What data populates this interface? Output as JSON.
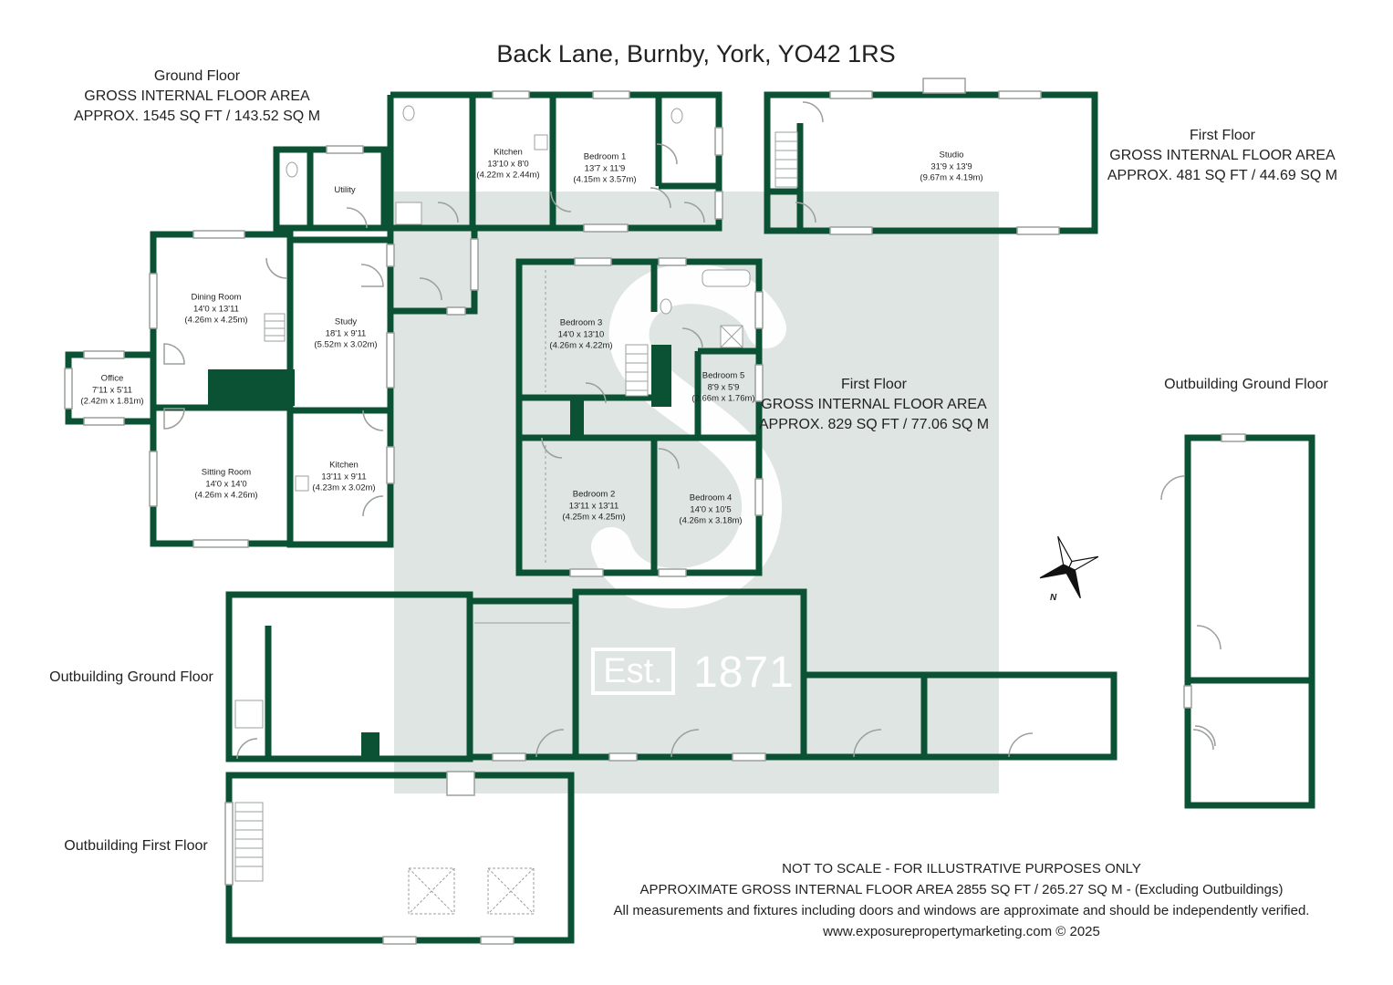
{
  "title": "Back Lane, Burnby, York, YO42 1RS",
  "colors": {
    "wall": "#0b5235",
    "watermark": "#dfe5e2",
    "line": "#9aa09c"
  },
  "areas": {
    "ground_floor": {
      "name": "Ground Floor",
      "line1": "GROSS INTERNAL FLOOR AREA",
      "line2": "APPROX. 1545 SQ FT / 143.52 SQ M"
    },
    "first_floor_outbuilding": {
      "name": "First Floor",
      "line1": "GROSS INTERNAL FLOOR AREA",
      "line2": "APPROX. 481 SQ FT / 44.69 SQ M"
    },
    "first_floor_main": {
      "name": "First Floor",
      "line1": "GROSS INTERNAL FLOOR AREA",
      "line2": "APPROX. 829 SQ FT / 77.06 SQ M"
    }
  },
  "outbuilding_labels": {
    "ground_floor_left": "Outbuilding Ground Floor",
    "ground_floor_right": "Outbuilding Ground Floor",
    "first_floor": "Outbuilding First Floor"
  },
  "rooms": {
    "office": {
      "name": "Office",
      "dims": "7'11 x 5'11",
      "metric": "(2.42m x 1.81m)"
    },
    "dining_room": {
      "name": "Dining Room",
      "dims": "14'0 x 13'11",
      "metric": "(4.26m x 4.25m)"
    },
    "sitting_room": {
      "name": "Sitting Room",
      "dims": "14'0 x 14'0",
      "metric": "(4.26m x 4.26m)"
    },
    "study": {
      "name": "Study",
      "dims": "18'1 x 9'11",
      "metric": "(5.52m x 3.02m)"
    },
    "kitchen_ground": {
      "name": "Kitchen",
      "dims": "13'11 x 9'11",
      "metric": "(4.23m x 3.02m)"
    },
    "utility": {
      "name": "Utility"
    },
    "kitchen_annex": {
      "name": "Kitchen",
      "dims": "13'10 x 8'0",
      "metric": "(4.22m x 2.44m)"
    },
    "bedroom_1": {
      "name": "Bedroom 1",
      "dims": "13'7 x 11'9",
      "metric": "(4.15m x 3.57m)"
    },
    "studio": {
      "name": "Studio",
      "dims": "31'9 x 13'9",
      "metric": "(9.67m x 4.19m)"
    },
    "bedroom_2": {
      "name": "Bedroom 2",
      "dims": "13'11 x 13'11",
      "metric": "(4.25m x 4.25m)"
    },
    "bedroom_3": {
      "name": "Bedroom 3",
      "dims": "14'0 x 13'10",
      "metric": "(4.26m x 4.22m)"
    },
    "bedroom_4": {
      "name": "Bedroom 4",
      "dims": "14'0 x 10'5",
      "metric": "(4.26m x 3.18m)"
    },
    "bedroom_5": {
      "name": "Bedroom 5",
      "dims": "8'9 x 5'9",
      "metric": "(2.66m x 1.76m)"
    }
  },
  "watermark": {
    "est": "Est.",
    "year": "1871"
  },
  "compass": {
    "north": "N"
  },
  "notes": {
    "line1": "NOT TO SCALE - FOR ILLUSTRATIVE PURPOSES ONLY",
    "line2": "APPROXIMATE GROSS INTERNAL FLOOR AREA 2855 SQ FT / 265.27 SQ M - (Excluding Outbuildings)",
    "line3": "All measurements and fixtures including doors and windows are approximate and should be independently verified.",
    "line4": "www.exposurepropertymarketing.com © 2025"
  }
}
